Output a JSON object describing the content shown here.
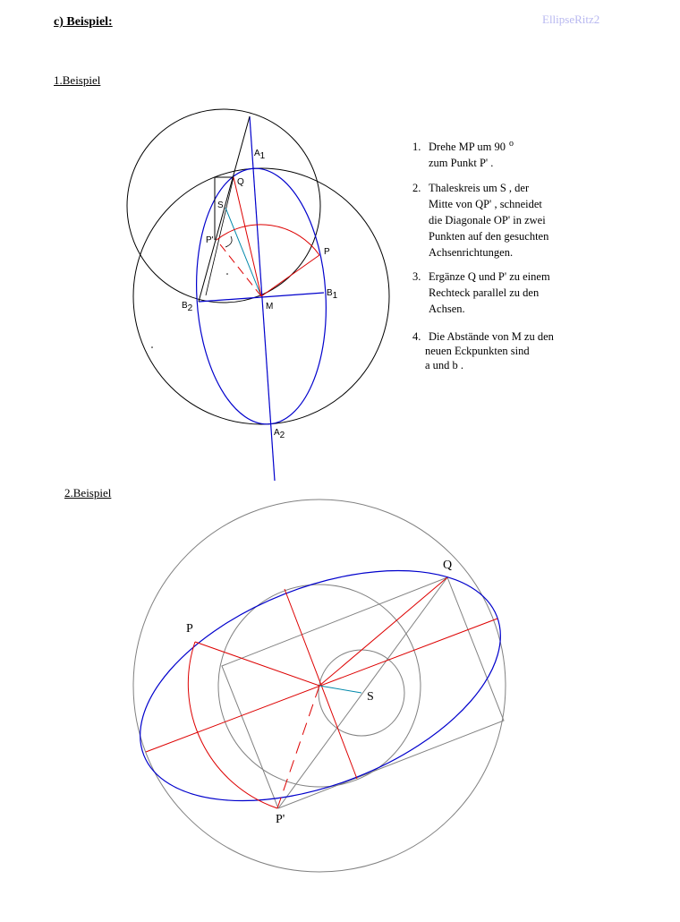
{
  "title": "c) Beispiel:",
  "watermark": "EllipseRitz2",
  "example1": {
    "heading": "1.Beispiel",
    "labels": {
      "A1": "A",
      "A1_sub": "1",
      "A2": "A",
      "A2_sub": "2",
      "B1": "B",
      "B1_sub": "1",
      "B2": "B",
      "B2_sub": "2",
      "Q": "Q",
      "S": "S",
      "P_prime": "P'",
      "P": "P",
      "M": "M"
    },
    "steps": [
      {
        "number": "1.",
        "lines": [
          "Drehe MP um 90",
          "zum Punkt P' ."
        ],
        "degree": "o"
      },
      {
        "number": "2.",
        "lines": [
          "Thaleskreis um S , der",
          "Mitte von QP' , schneidet",
          "die Diagonale OP' in zwei",
          "Punkten auf den gesuchten",
          "Achsenrichtungen."
        ]
      },
      {
        "number": "3.",
        "lines": [
          "Ergänze Q und P' zu einem",
          "Rechteck parallel zu den",
          "Achsen."
        ]
      },
      {
        "number": "4.",
        "lines": [
          "Die Abstände von M zu den",
          "neuen Eckpunkten sind",
          "a und b ."
        ]
      }
    ]
  },
  "example2": {
    "heading": "2.Beispiel",
    "labels": {
      "Q": "Q",
      "P": "P",
      "S": "S",
      "P_prime": "P'"
    }
  },
  "colors": {
    "ellipse": "#0000cc",
    "construction": "#dd0000",
    "circle": "#000000",
    "grey": "#808080",
    "helper": "#0088aa"
  }
}
